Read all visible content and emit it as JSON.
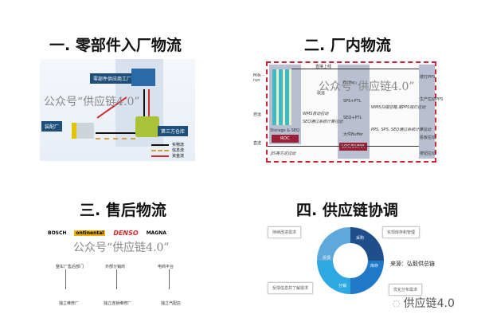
{
  "watermark": "公众号“供应链4.0”",
  "footer": "供应链4.0",
  "p1": {
    "title": "一. 零部件入厂物流",
    "supplier": "零部件供应商工厂",
    "assembly": "装配厂",
    "warehouse": "第三方仓库",
    "legend": [
      "实物流",
      "信息流",
      "资金流"
    ],
    "colors": {
      "material": "#111111",
      "info": "#d4a23c",
      "money": "#d42a2a"
    }
  },
  "p2": {
    "title": "二. 厂内物流",
    "inputs": [
      "Milk -run",
      "自运",
      "直送"
    ],
    "direct": "直接上线",
    "transfer": "驳运",
    "storage": "Storage & SEQ",
    "rdc": "RDC",
    "wms": "WMS自动拉动",
    "seq": "SEQ通过系统计算拉动",
    "jis": "JIS等方式拉动",
    "mid": [
      "Buffer",
      "SPS+PTL",
      "SEQ+PTL",
      "大件Buffer"
    ],
    "loc": "LOC/SUMA",
    "wms2": "WMS扫描空箱,或PPS按灯拉动",
    "pps": "PPS, SPS, SEQ通过系统计算拉动",
    "right": [
      "按灯PPS",
      "生产拉动PPS",
      "看板拉动",
      "按钮拉动"
    ]
  },
  "p3": {
    "title": "三. 售后物流",
    "brands": [
      "BOSCH",
      "ontinental",
      "DENSO",
      "MAGNA"
    ],
    "mid": [
      "整车厂售后部门",
      "外部分销商",
      "电商平台"
    ],
    "bottom": [
      "独立维修厂",
      "独立连锁维修厂",
      "独立汽配店"
    ]
  },
  "p4": {
    "title": "四. 供应链协调",
    "segments": [
      "采购",
      "库存",
      "分销",
      "反馈"
    ],
    "boxes": [
      "持续改进需求",
      "实现库存和管理",
      "优化分布需求",
      "反馈信息并了解需求"
    ],
    "source": "来源：弘毅供总链"
  }
}
